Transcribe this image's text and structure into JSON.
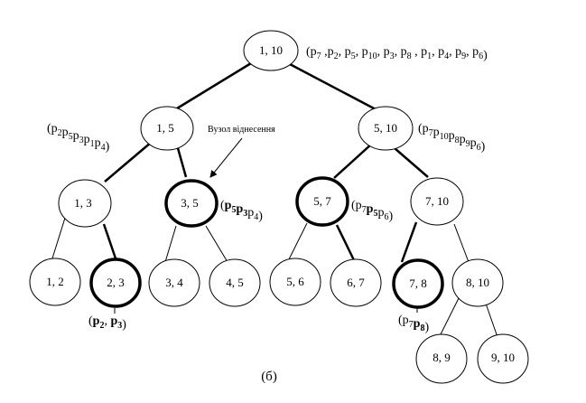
{
  "nodes": {
    "n1_10": "1, 10",
    "n1_5": "1, 5",
    "n5_10": "5, 10",
    "n1_3": "1, 3",
    "n3_5": "3, 5",
    "n5_7": "5, 7",
    "n7_10": "7, 10",
    "n1_2": "1, 2",
    "n2_3": "2, 3",
    "n3_4": "3, 4",
    "n4_5": "4, 5",
    "n5_6": "5, 6",
    "n6_7": "6, 7",
    "n7_8": "7, 8",
    "n8_10": "8, 10",
    "n8_9": "8, 9",
    "n9_10": "9, 10"
  },
  "annotations": {
    "root": [
      {
        "b": "p",
        "s": "7",
        "sep": " ,"
      },
      {
        "b": "p",
        "s": "2",
        "sep": ", "
      },
      {
        "b": "p",
        "s": "5",
        "sep": ", "
      },
      {
        "b": "p",
        "s": "10",
        "sep": ", "
      },
      {
        "b": "p",
        "s": "3",
        "sep": ", "
      },
      {
        "b": "p",
        "s": "8",
        "sep": " , "
      },
      {
        "b": "p",
        "s": "1",
        "sep": ", "
      },
      {
        "b": "p",
        "s": "4",
        "sep": ", "
      },
      {
        "b": "p",
        "s": "9",
        "sep": ", "
      },
      {
        "b": "p",
        "s": "6",
        "sep": ""
      }
    ],
    "n1_5": [
      {
        "b": "p",
        "s": "2"
      },
      {
        "b": "p",
        "s": "5"
      },
      {
        "b": "p",
        "s": "3"
      },
      {
        "b": "p",
        "s": "1"
      },
      {
        "b": "p",
        "s": "4"
      }
    ],
    "n5_10": [
      {
        "b": "p",
        "s": "7"
      },
      {
        "b": "p",
        "s": "10"
      },
      {
        "b": "p",
        "s": "8"
      },
      {
        "b": "p",
        "s": "9"
      },
      {
        "b": "p",
        "s": "6"
      }
    ],
    "n3_5": [
      {
        "b": "p",
        "s": "5",
        "bold": true
      },
      {
        "b": "p",
        "s": "3",
        "bold": true
      },
      {
        "b": "p",
        "s": "4"
      }
    ],
    "n5_7": [
      {
        "b": "p",
        "s": "7"
      },
      {
        "b": "p",
        "s": "5",
        "bold": true
      },
      {
        "b": "p",
        "s": "6"
      }
    ],
    "n2_3": [
      {
        "b": "p",
        "s": "2",
        "bold": true,
        "sep": ", "
      },
      {
        "b": "p",
        "s": "3",
        "bold": true,
        "sep": ""
      }
    ],
    "n7_8": [
      {
        "b": "p",
        "s": "7"
      },
      {
        "b": "p",
        "s": "8",
        "bold": true
      }
    ]
  },
  "callout": "Вузол віднесення",
  "caption": "(б)"
}
